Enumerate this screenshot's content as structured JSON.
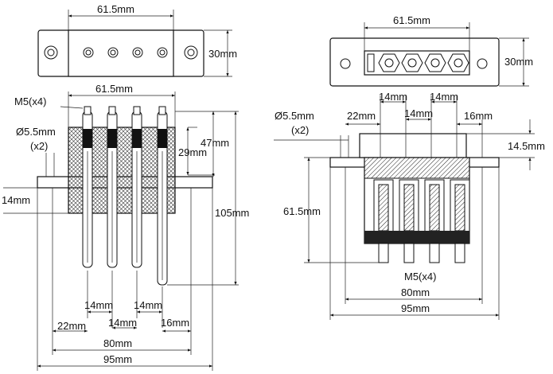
{
  "top_left_view": {
    "width_label": "61.5mm",
    "height_label": "30mm"
  },
  "top_right_view": {
    "width_label": "61.5mm",
    "height_label": "30mm"
  },
  "left_view": {
    "top_width_label": "61.5mm",
    "thread_label": "M5(x4)",
    "hole_label_1": "Ø5.5mm",
    "hole_label_2": "(x2)",
    "h47": "47mm",
    "h29": "29mm",
    "h105": "105mm",
    "h14": "14mm",
    "pitch_a": "14mm",
    "pitch_b": "14mm",
    "pitch_c": "14mm",
    "left_22": "22mm",
    "right_16": "16mm",
    "w80": "80mm",
    "w95": "95mm"
  },
  "right_view": {
    "hole_label_1": "Ø5.5mm",
    "hole_label_2": "(x2)",
    "left_22": "22mm",
    "pitch_a": "14mm",
    "pitch_b": "14mm",
    "pitch_c": "14mm",
    "right_16": "16mm",
    "h14_5": "14.5mm",
    "h61_5": "61.5mm",
    "thread_label": "M5(x4)",
    "w80": "80mm",
    "w95": "95mm"
  }
}
